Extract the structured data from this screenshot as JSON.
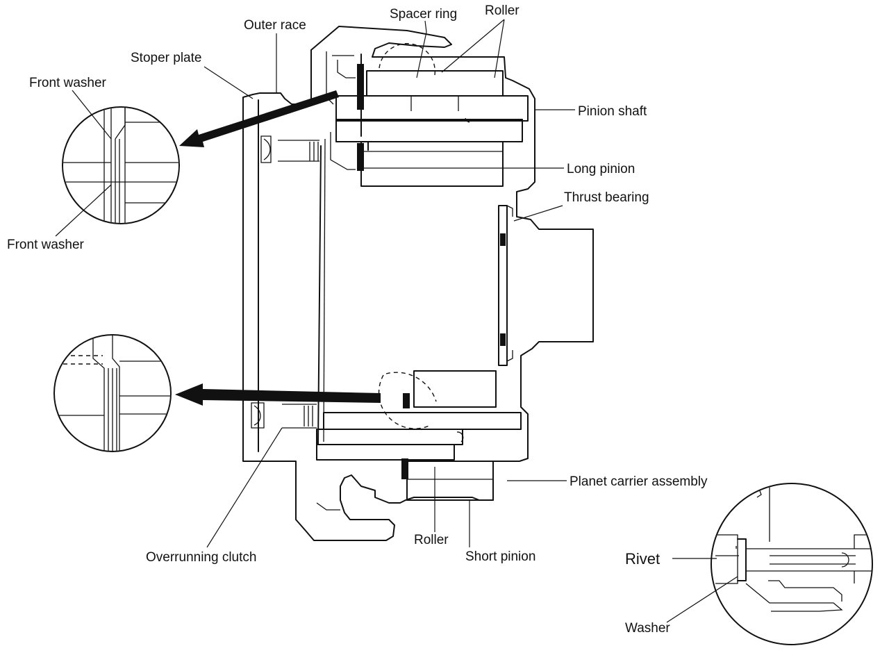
{
  "labels": {
    "outer_race": "Outer race",
    "spacer_ring": "Spacer ring",
    "roller_top": "Roller",
    "stoper_plate": "Stoper plate",
    "front_washer_top": "Front washer",
    "pinion_shaft": "Pinion shaft",
    "long_pinion": "Long pinion",
    "thrust_bearing": "Thrust bearing",
    "front_washer_bottom": "Front washer",
    "planet_carrier": "Planet carrier assembly",
    "overrunning_clutch": "Overrunning clutch",
    "roller_bottom": "Roller",
    "short_pinion": "Short pinion",
    "rivet": "Rivet",
    "washer": "Washer"
  },
  "colors": {
    "ink": "#111111",
    "background": "#ffffff"
  }
}
